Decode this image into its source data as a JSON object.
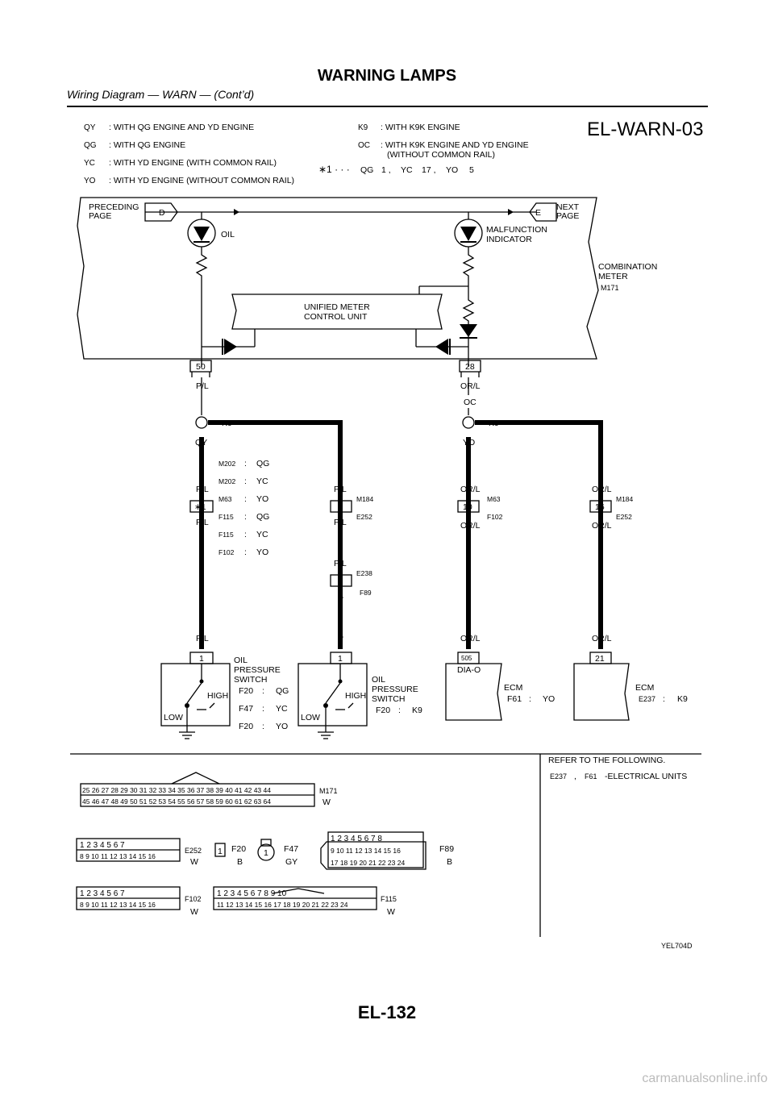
{
  "header": {
    "title": "WARNING LAMPS",
    "subtitle": "Wiring Diagram — WARN — (Cont’d)"
  },
  "page_number": "EL-132",
  "watermark": "carmanualsonline.info",
  "diagram": {
    "id": "EL-WARN-03",
    "ref": "YEL704D",
    "legend": [
      {
        "tag": "QY",
        "text": ": WITH QG ENGINE AND YD ENGINE"
      },
      {
        "tag": "QG",
        "text": ": WITH QG ENGINE"
      },
      {
        "tag": "YC",
        "text": ": WITH YD ENGINE (WITH COMMON RAIL)"
      },
      {
        "tag": "YO",
        "text": ": WITH YD ENGINE (WITHOUT COMMON RAIL)"
      },
      {
        "tag": "K9",
        "text": ": WITH K9K ENGINE"
      },
      {
        "tag": "OC",
        "text": ": WITH K9K ENGINE AND YD ENGINE"
      },
      {
        "tag": "",
        "text": "(WITHOUT COMMON RAIL)"
      }
    ],
    "star_note": {
      "prefix": "∗1 · · ·",
      "a_tag": "QG",
      "a_val": "1 ,",
      "b_tag": "YC",
      "b_val": "17 ,",
      "c_tag": "YO",
      "c_val": "5"
    },
    "meter": {
      "preceding": "PRECEDING",
      "preceding2": "PAGE",
      "d": "D",
      "e": "E",
      "next": "NEXT",
      "next2": "PAGE",
      "oil": "OIL",
      "mil": "MALFUNCTION",
      "mil2": "INDICATOR",
      "combo": "COMBINATION",
      "combo2": "METER",
      "combo_conn": "M171",
      "unit": "UNIFIED METER",
      "unit2": "CONTROL UNIT",
      "pin_left": "50",
      "pin_right": "28"
    },
    "wires": {
      "pl": "P/L",
      "p": "P",
      "orl": "OR/L",
      "k9": "K9",
      "qy": "QY",
      "oc": "OC",
      "yo": "YO",
      "star1": "∗1",
      "five": "5",
      "ten": "10",
      "sixteen": "16",
      "one": "1",
      "c505": "505",
      "c21": "21"
    },
    "left_conns": [
      {
        "c": "M202",
        "t": "QG"
      },
      {
        "c": "M202",
        "t": "YC"
      },
      {
        "c": "M63",
        "t": "YO"
      },
      {
        "c": "F115",
        "t": "QG"
      },
      {
        "c": "F115",
        "t": "YC"
      },
      {
        "c": "F102",
        "t": "YO"
      }
    ],
    "conn_tags": {
      "m184": "M184",
      "e252": "E252",
      "e238": "E238",
      "f89": "F89",
      "m63": "M63",
      "f102": "F102"
    },
    "switch1": {
      "l1": "OIL",
      "l2": "PRESSURE",
      "l3": "SWITCH",
      "high": "HIGH",
      "low": "LOW",
      "rows": [
        {
          "c": "F20",
          "t": "QG"
        },
        {
          "c": "F47",
          "t": "YC"
        },
        {
          "c": "F20",
          "t": "YO"
        }
      ]
    },
    "switch2": {
      "l1": "OIL",
      "l2": "PRESSURE",
      "l3": "SWITCH",
      "high": "HIGH",
      "low": "LOW",
      "c": "F20",
      "t": "K9"
    },
    "ecm1": {
      "label": "ECM",
      "pin": "DIA-O",
      "c": "F61",
      "t": "YO"
    },
    "ecm2": {
      "label": "ECM",
      "c": "E237",
      "t": "K9"
    },
    "refer": {
      "text": "REFER TO THE FOLLOWING.",
      "c1": "E237",
      "c2": "F61",
      "tail": "-ELECTRICAL UNITS"
    },
    "face_labels": {
      "m171": "M171",
      "w": "W",
      "e252": "E252",
      "f20": "F20",
      "b": "B",
      "f47": "F47",
      "gy": "GY",
      "f89": "F89",
      "f102": "F102",
      "f115": "F115",
      "one": "1"
    }
  }
}
